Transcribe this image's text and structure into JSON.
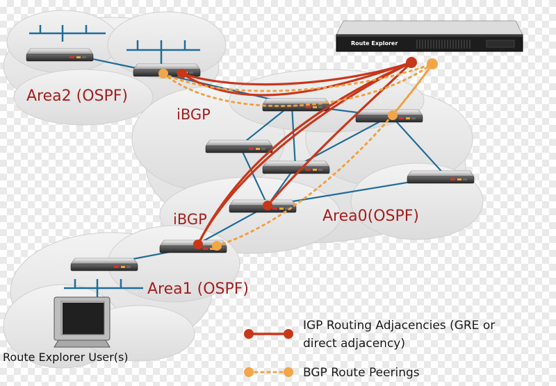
{
  "areas": {
    "area2": "Area2 (OSPF)",
    "area0": "Area0(OSPF)",
    "area1": "Area1 (OSPF)"
  },
  "ibgp": {
    "top": "iBGP",
    "bottom": "iBGP"
  },
  "appliance": {
    "label": "Route Explorer"
  },
  "user_label": "Route Explorer User(s)",
  "legend": {
    "igp_line1": "IGP Routing Adjacencies (GRE or",
    "igp_line2": "direct adjacency)",
    "bgp": "BGP Route Peerings"
  },
  "colors": {
    "igp": "#c8371a",
    "bgp": "#f0a040",
    "link": "#1f6c98",
    "cloud": "#e6e6e6",
    "text_area": "#a51e1e"
  }
}
